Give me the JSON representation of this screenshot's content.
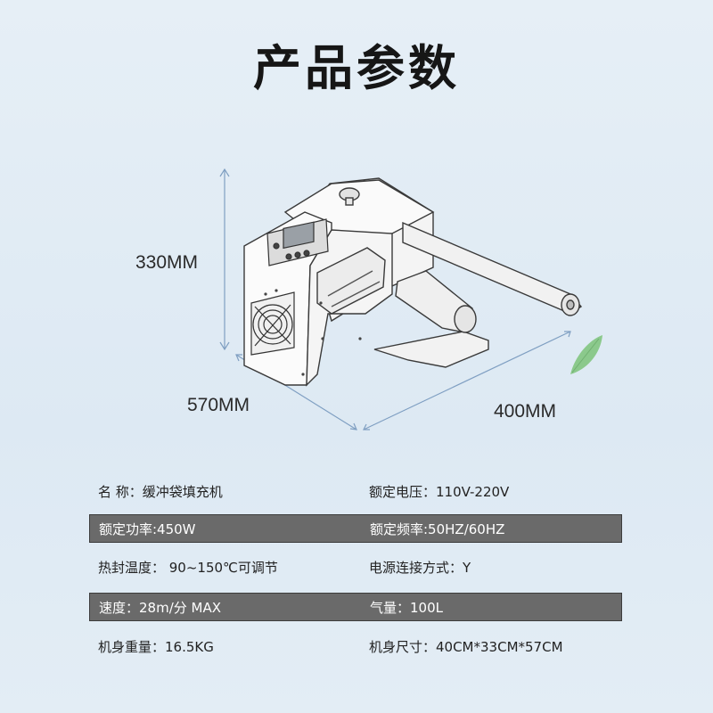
{
  "title": "产品参数",
  "dimensions": {
    "height": "330MM",
    "depth": "570MM",
    "width": "400MM"
  },
  "specs": [
    {
      "left": "名 称：缓冲袋填充机",
      "right": "额定电压：110V-220V",
      "dark": false
    },
    {
      "left": "额定功率:450W",
      "right": "额定频率:50HZ/60HZ",
      "dark": true
    },
    {
      "left": "热封温度： 90~150℃可调节",
      "right": "电源连接方式：Y",
      "dark": false
    },
    {
      "left": "速度：28m/分 MAX",
      "right": "气量：100L",
      "dark": true
    },
    {
      "left": "机身重量：16.5KG",
      "right": "机身尺寸：40CM*33CM*57CM",
      "dark": false
    }
  ],
  "colors": {
    "dark_row": "#6a6a6a",
    "dimension_line": "#7f9fc2",
    "leaf": "#7dc47a"
  }
}
